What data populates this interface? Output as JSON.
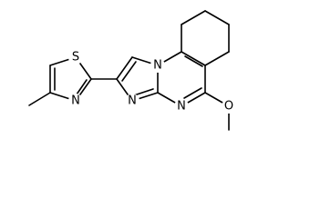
{
  "molecule": {
    "atoms": {
      "sulfur": "S",
      "thiazole_nitrogen": "N",
      "bridgehead_nitrogen": "N",
      "imidazole_nitrogen": "N",
      "pyrimidine_nitrogen": "N",
      "ether_oxygen": "O"
    }
  }
}
